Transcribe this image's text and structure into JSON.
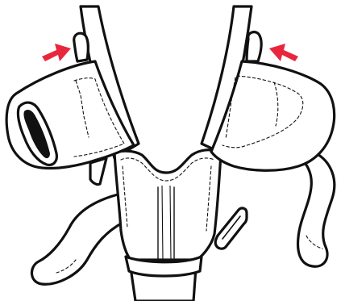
{
  "illustration": {
    "subject": "harness-shoulder-pads-fitting",
    "arrows": [
      {
        "name": "left-arrow",
        "direction": "right",
        "color": "#e8273f"
      },
      {
        "name": "right-arrow",
        "direction": "left",
        "color": "#e8273f"
      }
    ],
    "colors": {
      "ink": "#111111",
      "background": "#ffffff",
      "arrow": "#e8273f"
    }
  }
}
